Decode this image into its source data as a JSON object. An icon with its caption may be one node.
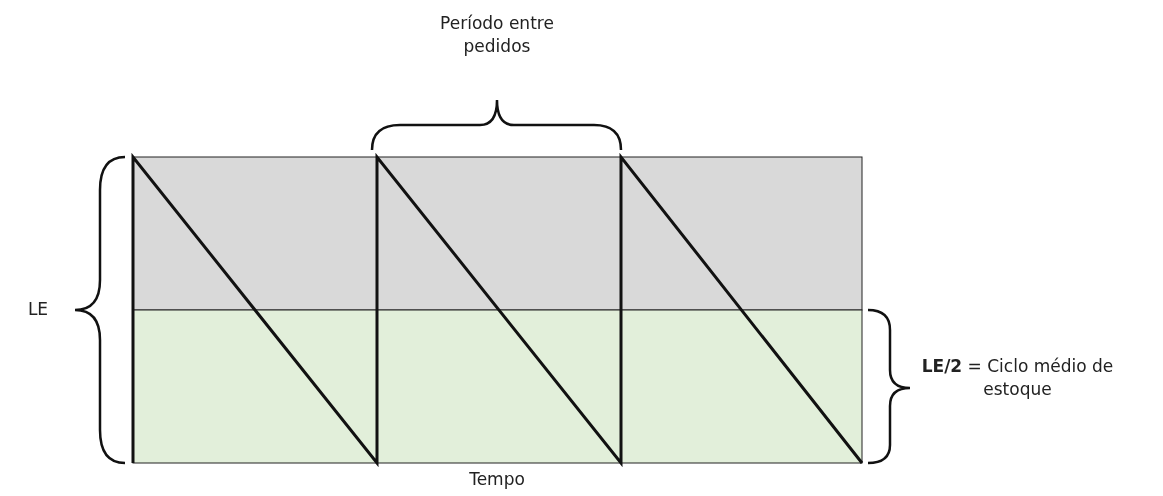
{
  "diagram": {
    "labels": [
      "Período entre pedidos",
      "LE",
      "**LE/2** = Ciclo médio de estoque",
      "Tempo"
    ]
  }
}
